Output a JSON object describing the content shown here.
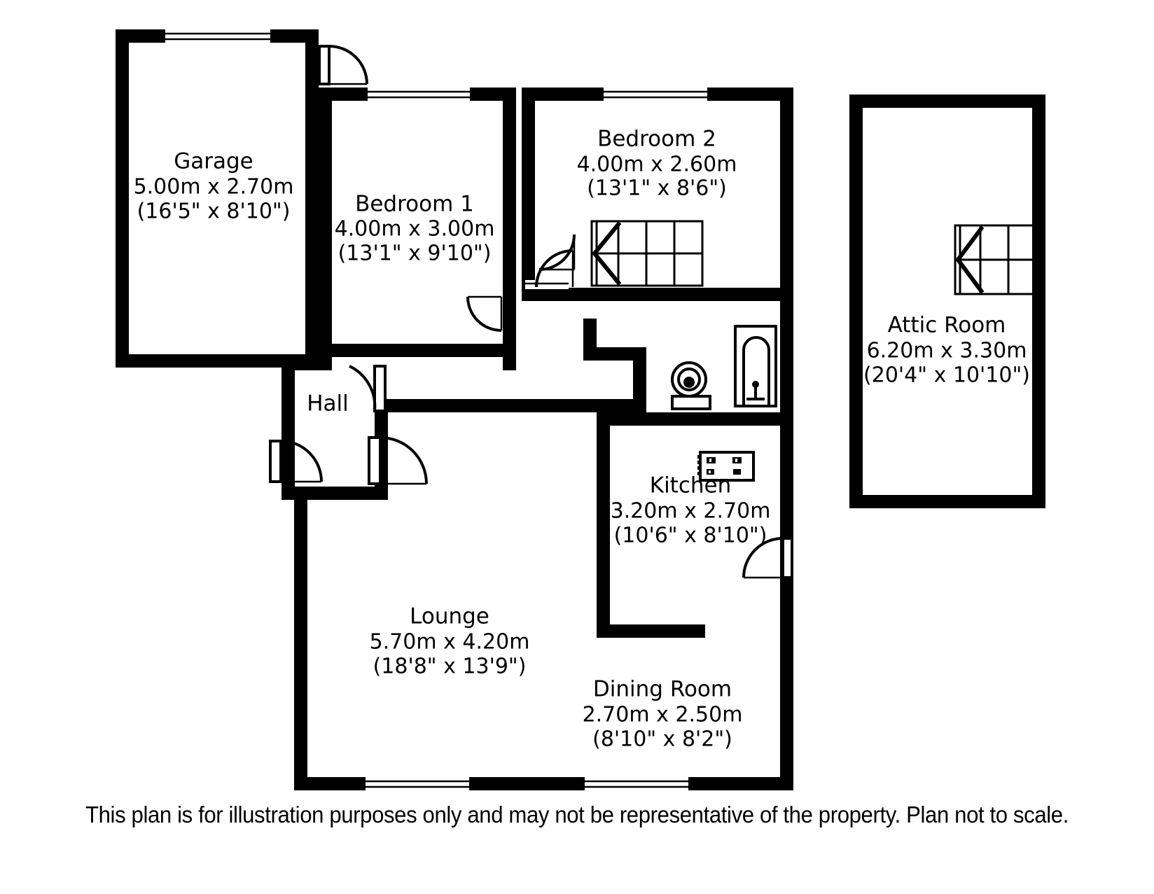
{
  "plan": {
    "disclaimer": "This plan is for illustration purposes only and may not be representative of the property. Plan not to scale.",
    "ink_color": "#000000",
    "paper_color": "#ffffff"
  },
  "rooms": [
    {
      "id": "garage",
      "name": "Garage",
      "metric": "5.00m x 2.70m",
      "imperial": "(16'5\" x 8'10\")"
    },
    {
      "id": "bedroom1",
      "name": "Bedroom 1",
      "metric": "4.00m x 3.00m",
      "imperial": "(13'1\" x 9'10\")"
    },
    {
      "id": "bedroom2",
      "name": "Bedroom 2",
      "metric": "4.00m x 2.60m",
      "imperial": "(13'1\" x 8'6\")"
    },
    {
      "id": "hall",
      "name": "Hall",
      "metric": "",
      "imperial": ""
    },
    {
      "id": "kitchen",
      "name": "Kitchen",
      "metric": "3.20m x 2.70m",
      "imperial": "(10'6\" x 8'10\")"
    },
    {
      "id": "lounge",
      "name": "Lounge",
      "metric": "5.70m x 4.20m",
      "imperial": "(18'8\" x 13'9\")"
    },
    {
      "id": "dining",
      "name": "Dining Room",
      "metric": "2.70m x 2.50m",
      "imperial": "(8'10\" x 8'2\")"
    },
    {
      "id": "attic",
      "name": "Attic Room",
      "metric": "6.20m x 3.30m",
      "imperial": "(20'4\" x 10'10\")"
    }
  ],
  "fixtures": [
    {
      "id": "staircase-main",
      "label": "staircase"
    },
    {
      "id": "staircase-attic",
      "label": "staircase"
    },
    {
      "id": "bathtub",
      "label": "bath"
    },
    {
      "id": "toilet",
      "label": "wc"
    },
    {
      "id": "hob",
      "label": "hob"
    }
  ]
}
